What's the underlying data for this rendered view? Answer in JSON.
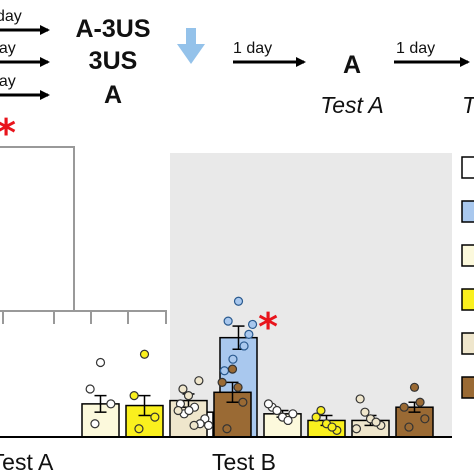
{
  "header": {
    "left_day_label": "day",
    "condition_labels": [
      "A-3US",
      "3US",
      "A"
    ],
    "day_label_1": "1 day",
    "day_label_2": "1 day",
    "context_label": "A",
    "test_a_label": "Test A",
    "test_b_partial_label": "T"
  },
  "colors": {
    "white": "#ffffff",
    "blue": "#a9c8ee",
    "cream": "#fcf9dc",
    "yellow": "#faf01e",
    "beige": "#efe6cc",
    "brown": "#9a6a34",
    "star": "#e8141c",
    "shade": "#e9e9e9",
    "bracket": "#999999",
    "down_arrow": "#94c2ea"
  },
  "chart_data": {
    "type": "bar",
    "groups": [
      "Test A",
      "Test B"
    ],
    "significance_marker": "*",
    "series": [
      {
        "color": "white",
        "values": [
          null,
          1.5
        ]
      },
      {
        "color": "blue",
        "values": [
          null,
          6.0
        ]
      },
      {
        "color": "cream",
        "values": [
          2.0,
          1.4
        ]
      },
      {
        "color": "yellow",
        "values": [
          1.9,
          1.0
        ]
      },
      {
        "color": "beige",
        "values": [
          2.2,
          1.0
        ]
      },
      {
        "color": "brown",
        "values": [
          2.7,
          1.8
        ]
      }
    ],
    "errors": [
      [
        null,
        0.3
      ],
      [
        null,
        0.7
      ],
      [
        0.5,
        0.2
      ],
      [
        0.6,
        0.3
      ],
      [
        0.4,
        0.3
      ],
      [
        0.6,
        0.3
      ]
    ],
    "points": [
      [
        [],
        [
          1.8,
          1.4,
          1.1,
          1.6,
          0.8,
          2.0,
          0.7
        ]
      ],
      [
        [],
        [
          8.2,
          7.0,
          6.2,
          4.7,
          5.5,
          4.0,
          6.8
        ]
      ],
      [
        [
          4.5,
          2.9,
          2.0,
          0.8
        ],
        [
          1.2,
          1.8,
          1.4,
          1.6,
          1.0,
          2.0
        ]
      ],
      [
        [
          5.0,
          2.5,
          1.2,
          0.5
        ],
        [
          0.8,
          1.2,
          0.4,
          1.6,
          0.6
        ]
      ],
      [
        [
          2.5,
          1.6,
          3.4,
          2.9,
          0.7
        ],
        [
          1.1,
          2.3,
          0.7,
          1.5,
          0.9,
          0.5
        ]
      ],
      [
        [
          4.1,
          3.3,
          2.1,
          0.5,
          3.0
        ],
        [
          3.0,
          1.8,
          1.1,
          0.6,
          2.1
        ]
      ]
    ],
    "legend": [
      "white",
      "blue",
      "cream",
      "yellow",
      "beige",
      "brown"
    ],
    "ylim": [
      0,
      9
    ]
  }
}
